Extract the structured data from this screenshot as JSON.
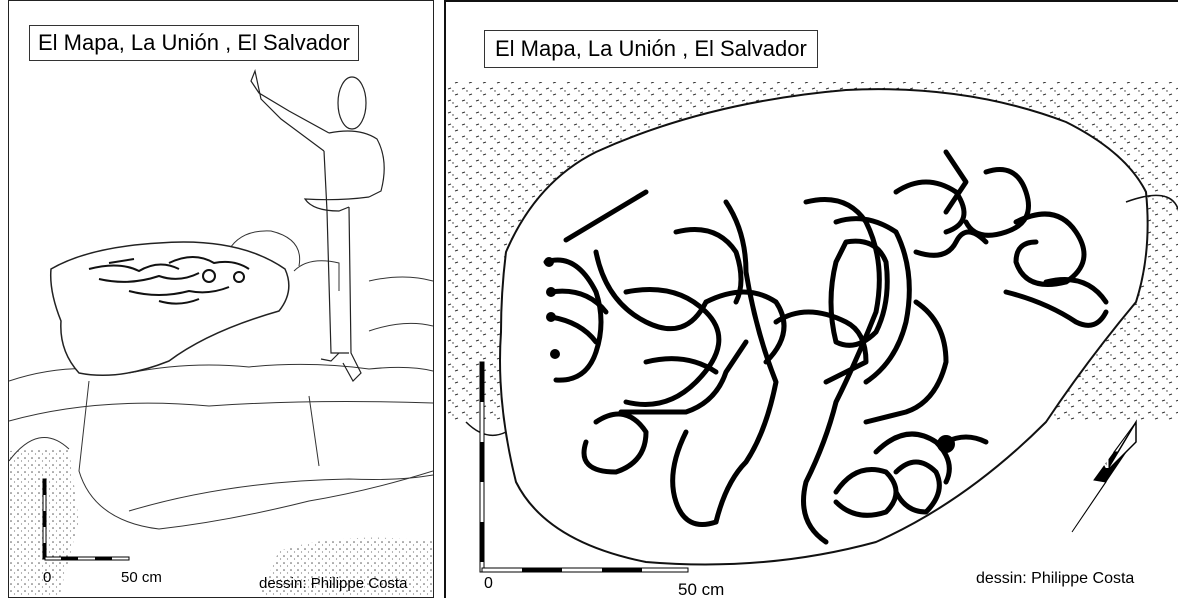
{
  "left_panel": {
    "title": "El Mapa, La Unión , El Salvador",
    "scale_zero": "0",
    "scale_end": "50 cm",
    "credit": "dessin: Philippe Costa"
  },
  "right_panel": {
    "title": "El Mapa, La Unión , El Salvador",
    "scale_zero": "0",
    "scale_end": "50 cm",
    "credit": "dessin: Philippe Costa"
  },
  "icons": [
    "human-figure-icon",
    "north-arrow-icon",
    "scale-bar-icon"
  ]
}
